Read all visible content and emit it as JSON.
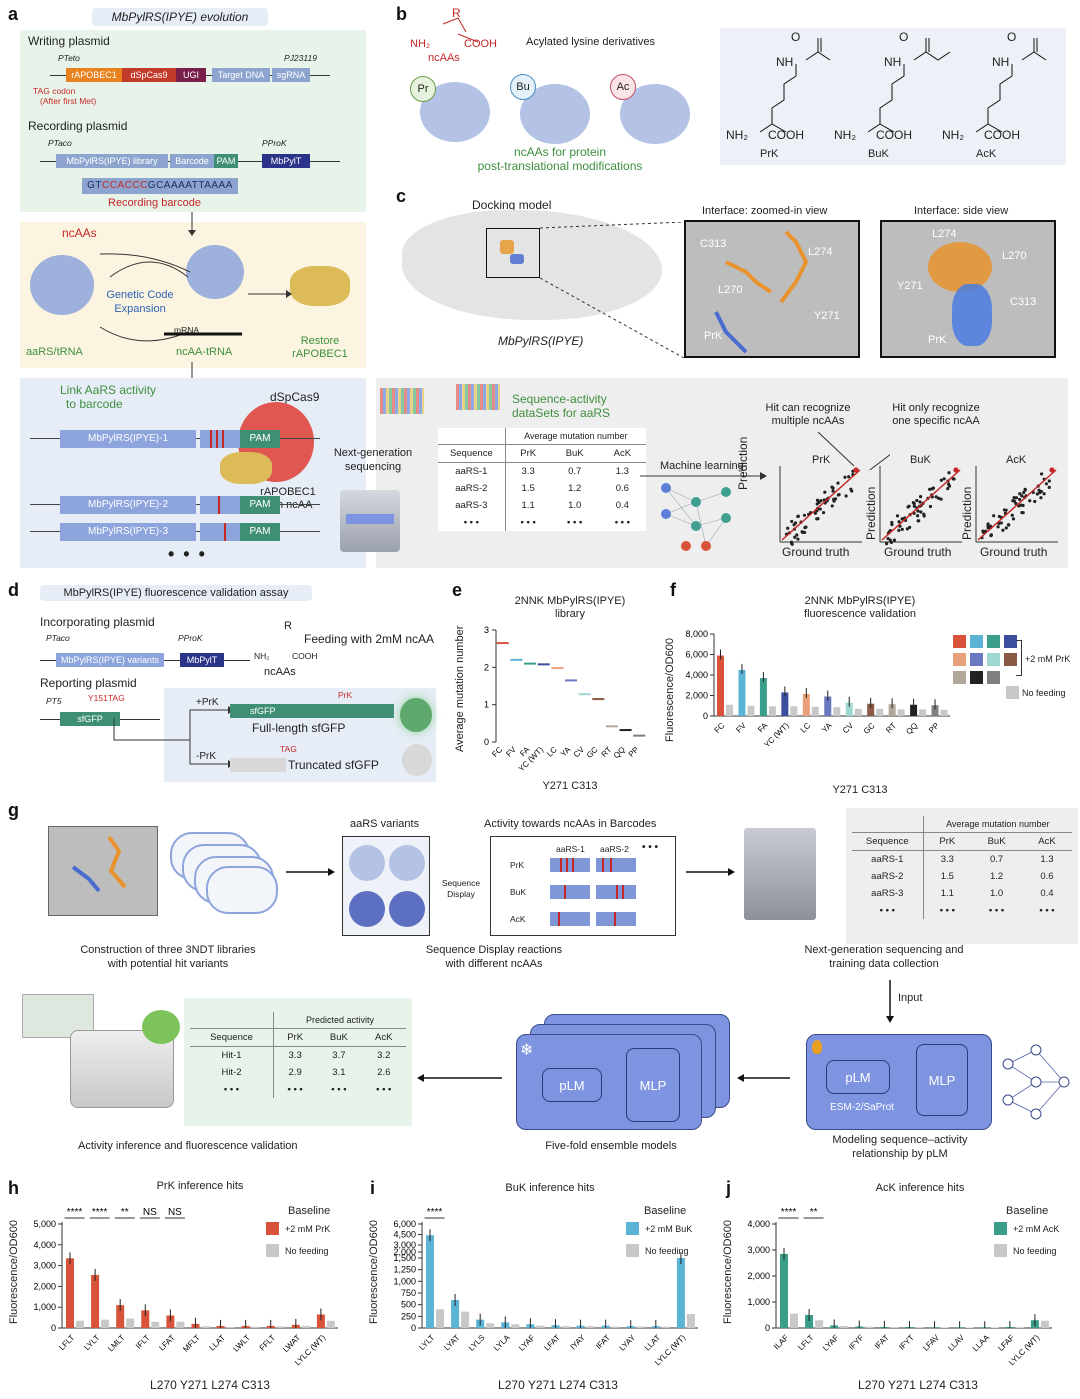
{
  "panel_letters": {
    "a": "a",
    "b": "b",
    "c": "c",
    "d": "d",
    "e": "e",
    "f": "f",
    "g": "g",
    "h": "h",
    "i": "i",
    "j": "j"
  },
  "a": {
    "title": "MbPylRS(IPYE) evolution",
    "writing_plasmid": "Writing plasmid",
    "pteto": "PTeto",
    "pj23119": "PJ23119",
    "genes_writing": [
      "rAPOBEC1",
      "dSpCas9",
      "UGI",
      "Target DNA",
      "sgRNA"
    ],
    "tag_codon": "TAG codon",
    "after_met": "(After first Met)",
    "recording_plasmid": "Recording plasmid",
    "ptaco": "PTaco",
    "pprok": "PProK",
    "genes_recording": [
      "MbPylRS(IPYE) library",
      "Barcode",
      "PAM",
      "MbPylT"
    ],
    "barcode_seq_1": "GT",
    "barcode_seq_2": "CCA",
    "barcode_seq_3": "CCC",
    "barcode_seq_4": "GCAAAATTAAAA",
    "recording_barcode": "Recording barcode",
    "ncaas": "ncAAs",
    "genetic_code": "Genetic Code",
    "expansion": "Expansion",
    "aars_trna": "aaRS/tRNA",
    "ncaa_trna": "ncAA-tRNA",
    "mrna": "mRNA",
    "restore": "Restore",
    "rapobec": "rAPOBEC1",
    "link1": "Link AaRS activity",
    "link2": "to barcode",
    "dspcas9": "dSpCas9",
    "rapobec_with": "rAPOBEC1",
    "with_ncaa": "with ncAA",
    "variants": [
      "MbPylRS(IPYE)-1",
      "MbPylRS(IPYE)-2",
      "MbPylRS(IPYE)-3"
    ],
    "pam": "PAM",
    "dots": "• • •"
  },
  "b": {
    "ncaas": "ncAAs",
    "acylated": "Acylated lysine derivatives",
    "circles": [
      "Pr",
      "Bu",
      "Ac"
    ],
    "caption1": "ncAAs for protein",
    "caption2": "post-translational modifications",
    "structs": [
      "PrK",
      "BuK",
      "AcK"
    ],
    "nh": "NH",
    "cooh": "COOH",
    "nh2": "NH₂"
  },
  "c": {
    "docking": "Docking model",
    "protein": "MbPylRS(IPYE)",
    "zoom_title": "Interface: zoomed-in view",
    "side_title": "Interface: side view",
    "residues_zoom": [
      "C313",
      "L274",
      "L270",
      "Y271",
      "PrK"
    ],
    "residues_side": [
      "L274",
      "L270",
      "Y271",
      "C313",
      "PrK"
    ],
    "seqact1": "Sequence-activity",
    "seqact2": "dataSets for aaRS",
    "ngs1": "Next-generation",
    "ngs2": "sequencing",
    "ml": "Machine learning",
    "hit1a": "Hit can recognize",
    "hit1b": "multiple ncAAs",
    "hit2a": "Hit only recognize",
    "hit2b": "one specific ncAA",
    "scatter_titles": [
      "PrK",
      "BuK",
      "AcK"
    ],
    "prediction": "Prediction",
    "ground_truth": "Ground truth",
    "table": {
      "super": "Average mutation number",
      "headers": [
        "Sequence",
        "PrK",
        "BuK",
        "AcK"
      ],
      "rows": [
        [
          "aaRS-1",
          "3.3",
          "0.7",
          "1.3"
        ],
        [
          "aaRS-2",
          "1.5",
          "1.2",
          "0.6"
        ],
        [
          "aaRS-3",
          "1.1",
          "1.0",
          "0.4"
        ],
        [
          "• • •",
          "• • •",
          "• • •",
          "• • •"
        ]
      ]
    }
  },
  "d": {
    "title": "MbPylRS(IPYE) fluorescence validation assay",
    "incorporating": "Incorporating plasmid",
    "ptaco": "PTaco",
    "pprok": "PProK",
    "variants": "MbPylRS(IPYE) variants",
    "mbpylt": "MbPylT",
    "feeding": "Feeding with 2mM ncAA",
    "ncaas": "ncAAs",
    "reporting": "Reporting plasmid",
    "pt5": "PT5",
    "y151": "Y151TAG",
    "sfgfp": "sfGFP",
    "plus_prk": "+PrK",
    "minus_prk": "-PrK",
    "prk": "PrK",
    "tag": "TAG",
    "full": "Full-length sfGFP",
    "truncated": "Truncated sfGFP"
  },
  "e": {
    "title1": "2NNK MbPylRS(IPYE)",
    "title2": "library",
    "xlabel": "Y271 C313",
    "ylabel": "Average mutation number"
  },
  "f": {
    "title1": "2NNK MbPylRS(IPYE)",
    "title2": "fluorescence validation",
    "xlabel": "Y271 C313",
    "ylabel": "Fluorescence/OD600",
    "legend_prk": "+2 mM PrK",
    "legend_nofeed": "No feeding"
  },
  "g": {
    "construction1": "Construction of three 3NDT libraries",
    "construction2": "with potential hit variants",
    "aars_variants": "aaRS variants",
    "activity": "Activity towards ncAAs in Barcodes",
    "seqdisp1": "Sequence",
    "seqdisp2": "Display",
    "rows": [
      "PrK",
      "BuK",
      "AcK"
    ],
    "cols": [
      "aaRS-1",
      "aaRS-2",
      "• • •"
    ],
    "sdr1": "Sequence Display reactions",
    "sdr2": "with different ncAAs",
    "ngs1": "Next-generation sequencing and",
    "ngs2": "training data collection",
    "input": "Input",
    "table": {
      "super": "Average mutation number",
      "headers": [
        "Sequence",
        "PrK",
        "BuK",
        "AcK"
      ],
      "rows": [
        [
          "aaRS-1",
          "3.3",
          "0.7",
          "1.3"
        ],
        [
          "aaRS-2",
          "1.5",
          "1.2",
          "0.6"
        ],
        [
          "aaRS-3",
          "1.1",
          "1.0",
          "0.4"
        ],
        [
          "• • •",
          "• • •",
          "• • •",
          "• • •"
        ]
      ]
    },
    "pred_table": {
      "super": "Predicted activity",
      "headers": [
        "Sequence",
        "PrK",
        "BuK",
        "AcK"
      ],
      "rows": [
        [
          "Hit-1",
          "3.3",
          "3.7",
          "3.2"
        ],
        [
          "Hit-2",
          "2.9",
          "3.1",
          "2.6"
        ],
        [
          "• • •",
          "• • •",
          "• • •",
          "• • •"
        ]
      ]
    },
    "activity_inf": "Activity inference and fluorescence validation",
    "ensemble": "Five-fold ensemble models",
    "plm": "pLM",
    "mlp": "MLP",
    "esm": "ESM-2/SaProt",
    "modeling1": "Modeling sequence–activity",
    "modeling2": "relationship by pLM"
  },
  "h": {
    "title": "PrK inference hits",
    "baseline": "Baseline",
    "legend_plus": "+2 mM PrK",
    "legend_no": "No feeding",
    "sig": [
      "****",
      "****",
      "**",
      "NS",
      "NS"
    ],
    "xlabel": "L270 Y271 L274 C313",
    "ylabel": "Fluorescence/OD600"
  },
  "i": {
    "title": "BuK inference hits",
    "baseline": "Baseline",
    "legend_plus": "+2 mM BuK",
    "legend_no": "No feeding",
    "sig": [
      "****"
    ],
    "xlabel": "L270 Y271 L274 C313",
    "ylabel": "Fluorescence/OD600"
  },
  "j": {
    "title": "AcK inference hits",
    "baseline": "Baseline",
    "legend_plus": "+2 mM AcK",
    "legend_no": "No feeding",
    "sig": [
      "****",
      "**"
    ],
    "xlabel": "L270 Y271 L274 C313",
    "ylabel": "Fluorescence/OD600"
  },
  "chart_data": [
    {
      "id": "e",
      "type": "scatter",
      "categories": [
        "FC",
        "FV",
        "FA",
        "YC (WT)",
        "LC",
        "YA",
        "CV",
        "GC",
        "RT",
        "QQ",
        "PP"
      ],
      "values": [
        2.65,
        2.2,
        2.1,
        2.08,
        1.98,
        1.65,
        1.28,
        1.15,
        0.42,
        0.32,
        0.17
      ],
      "colors": [
        "#d9533b",
        "#5bb3d6",
        "#3a9e8a",
        "#3b4f9e",
        "#e8a07a",
        "#6a78c0",
        "#9ed8d0",
        "#8a5a44",
        "#b0a898",
        "#222222",
        "#808080"
      ],
      "ylim": [
        0,
        3
      ],
      "yticks": [
        0,
        1,
        2,
        3
      ]
    },
    {
      "id": "f",
      "type": "bar",
      "categories": [
        "FC",
        "FV",
        "FA",
        "YC (WT)",
        "LC",
        "YA",
        "CV",
        "GC",
        "RT",
        "QQ",
        "PP"
      ],
      "series": [
        {
          "values": [
            5900,
            4500,
            3700,
            2300,
            2150,
            1900,
            1300,
            1200,
            1150,
            1100,
            1050
          ]
        },
        {
          "name": "No feeding",
          "values": [
            1100,
            1000,
            950,
            950,
            900,
            850,
            700,
            700,
            650,
            650,
            600
          ]
        }
      ],
      "colors": [
        "#d9533b",
        "#5bb3d6",
        "#3a9e8a",
        "#3b4f9e",
        "#e8a07a",
        "#6a78c0",
        "#9ed8d0",
        "#8a5a44",
        "#b0a898",
        "#222222",
        "#808080"
      ],
      "ylim": [
        0,
        8000
      ],
      "yticks": [
        0,
        2000,
        4000,
        6000,
        8000
      ],
      "ytick_labels": [
        "0",
        "2,000",
        "4,000",
        "6,000",
        "8,000"
      ]
    },
    {
      "id": "h",
      "type": "bar",
      "categories": [
        "LFLT",
        "LYLT",
        "LMLT",
        "IFLT",
        "LFAT",
        "MFLT",
        "LLAT",
        "LWLT",
        "FFLT",
        "LWAT",
        "LYLC (WT)"
      ],
      "series": [
        {
          "name": "+2 mM PrK",
          "values": [
            3350,
            2550,
            1100,
            850,
            600,
            200,
            100,
            100,
            100,
            150,
            650
          ]
        },
        {
          "name": "No feeding",
          "values": [
            350,
            400,
            450,
            300,
            300,
            80,
            50,
            60,
            80,
            100,
            350
          ]
        }
      ],
      "color": "#d9533b",
      "ylim": [
        0,
        5000
      ],
      "yticks": [
        0,
        1000,
        2000,
        3000,
        4000,
        5000
      ],
      "ytick_labels": [
        "0",
        "1,000",
        "2,000",
        "3,000",
        "4,000",
        "5,000"
      ]
    },
    {
      "id": "i",
      "type": "bar",
      "categories": [
        "LYLT",
        "LYAT",
        "LYLS",
        "LYLA",
        "LYAF",
        "LFAT",
        "IYAY",
        "IFAT",
        "LYAY",
        "LLAT",
        "LYLC (WT)"
      ],
      "series": [
        {
          "name": "+2 mM BuK",
          "values": [
            4400,
            600,
            180,
            120,
            80,
            60,
            50,
            50,
            40,
            40,
            1500
          ]
        },
        {
          "name": "No feeding",
          "values": [
            400,
            350,
            100,
            80,
            50,
            40,
            40,
            30,
            30,
            30,
            300
          ]
        }
      ],
      "color": "#5bb3d6",
      "yticks": [
        0,
        250,
        500,
        750,
        1000,
        1250,
        1500,
        2000,
        3000,
        4500,
        6000
      ],
      "ytick_labels": [
        "0",
        "250",
        "500",
        "750",
        "1,000",
        "1,250",
        "1,500",
        "2,000",
        "3,000",
        "4,500",
        "6,000"
      ]
    },
    {
      "id": "j",
      "type": "bar",
      "categories": [
        "ILAF",
        "LFLT",
        "LYAF",
        "IFYF",
        "IFAT",
        "IFYT",
        "LFAV",
        "LLAV",
        "LLAA",
        "LFAF",
        "LYLC (WT)"
      ],
      "series": [
        {
          "name": "+2 mM AcK",
          "values": [
            2850,
            500,
            100,
            60,
            40,
            40,
            30,
            30,
            30,
            40,
            300
          ]
        },
        {
          "name": "No feeding",
          "values": [
            550,
            300,
            80,
            50,
            30,
            30,
            20,
            20,
            20,
            30,
            280
          ]
        }
      ],
      "color": "#3a9e8a",
      "ylim": [
        0,
        4000
      ],
      "yticks": [
        0,
        1000,
        2000,
        3000,
        4000
      ],
      "ytick_labels": [
        "0",
        "1,000",
        "2,000",
        "3,000",
        "4,000"
      ]
    }
  ]
}
